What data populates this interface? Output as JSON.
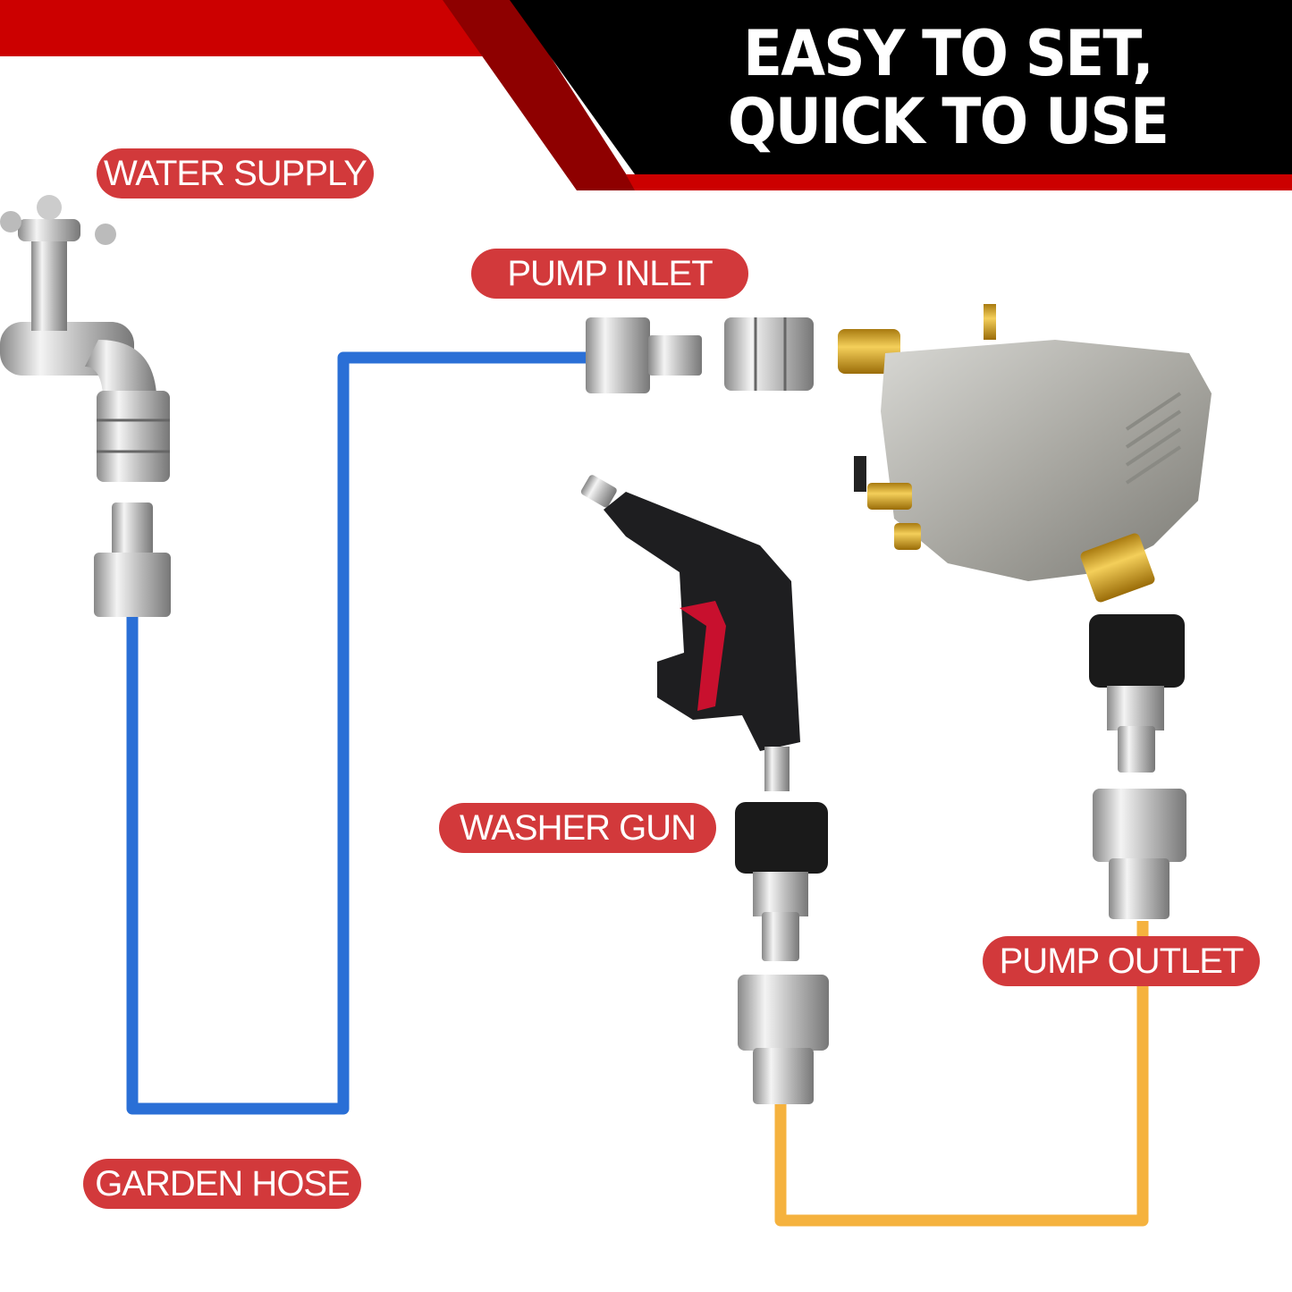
{
  "header": {
    "line1": "EASY TO SET,",
    "line2": "QUICK TO USE"
  },
  "labels": {
    "water_supply": "WATER SUPPLY",
    "pump_inlet": "PUMP INLET",
    "washer_gun": "WASHER GUN",
    "pump_outlet": "PUMP OUTLET",
    "garden_hose": "GARDEN HOSE"
  },
  "colors": {
    "brand_red": "#cc0000",
    "dark_red": "#8e0000",
    "black": "#000000",
    "pill": "#d2393b",
    "garden_hose": "#2a6fd6",
    "high_pressure_hose": "#f5b23e"
  },
  "components": [
    "faucet",
    "quick-connect-coupler",
    "quick-connect-plug",
    "pressure-washer-pump",
    "spray-gun",
    "m22-coupler"
  ]
}
